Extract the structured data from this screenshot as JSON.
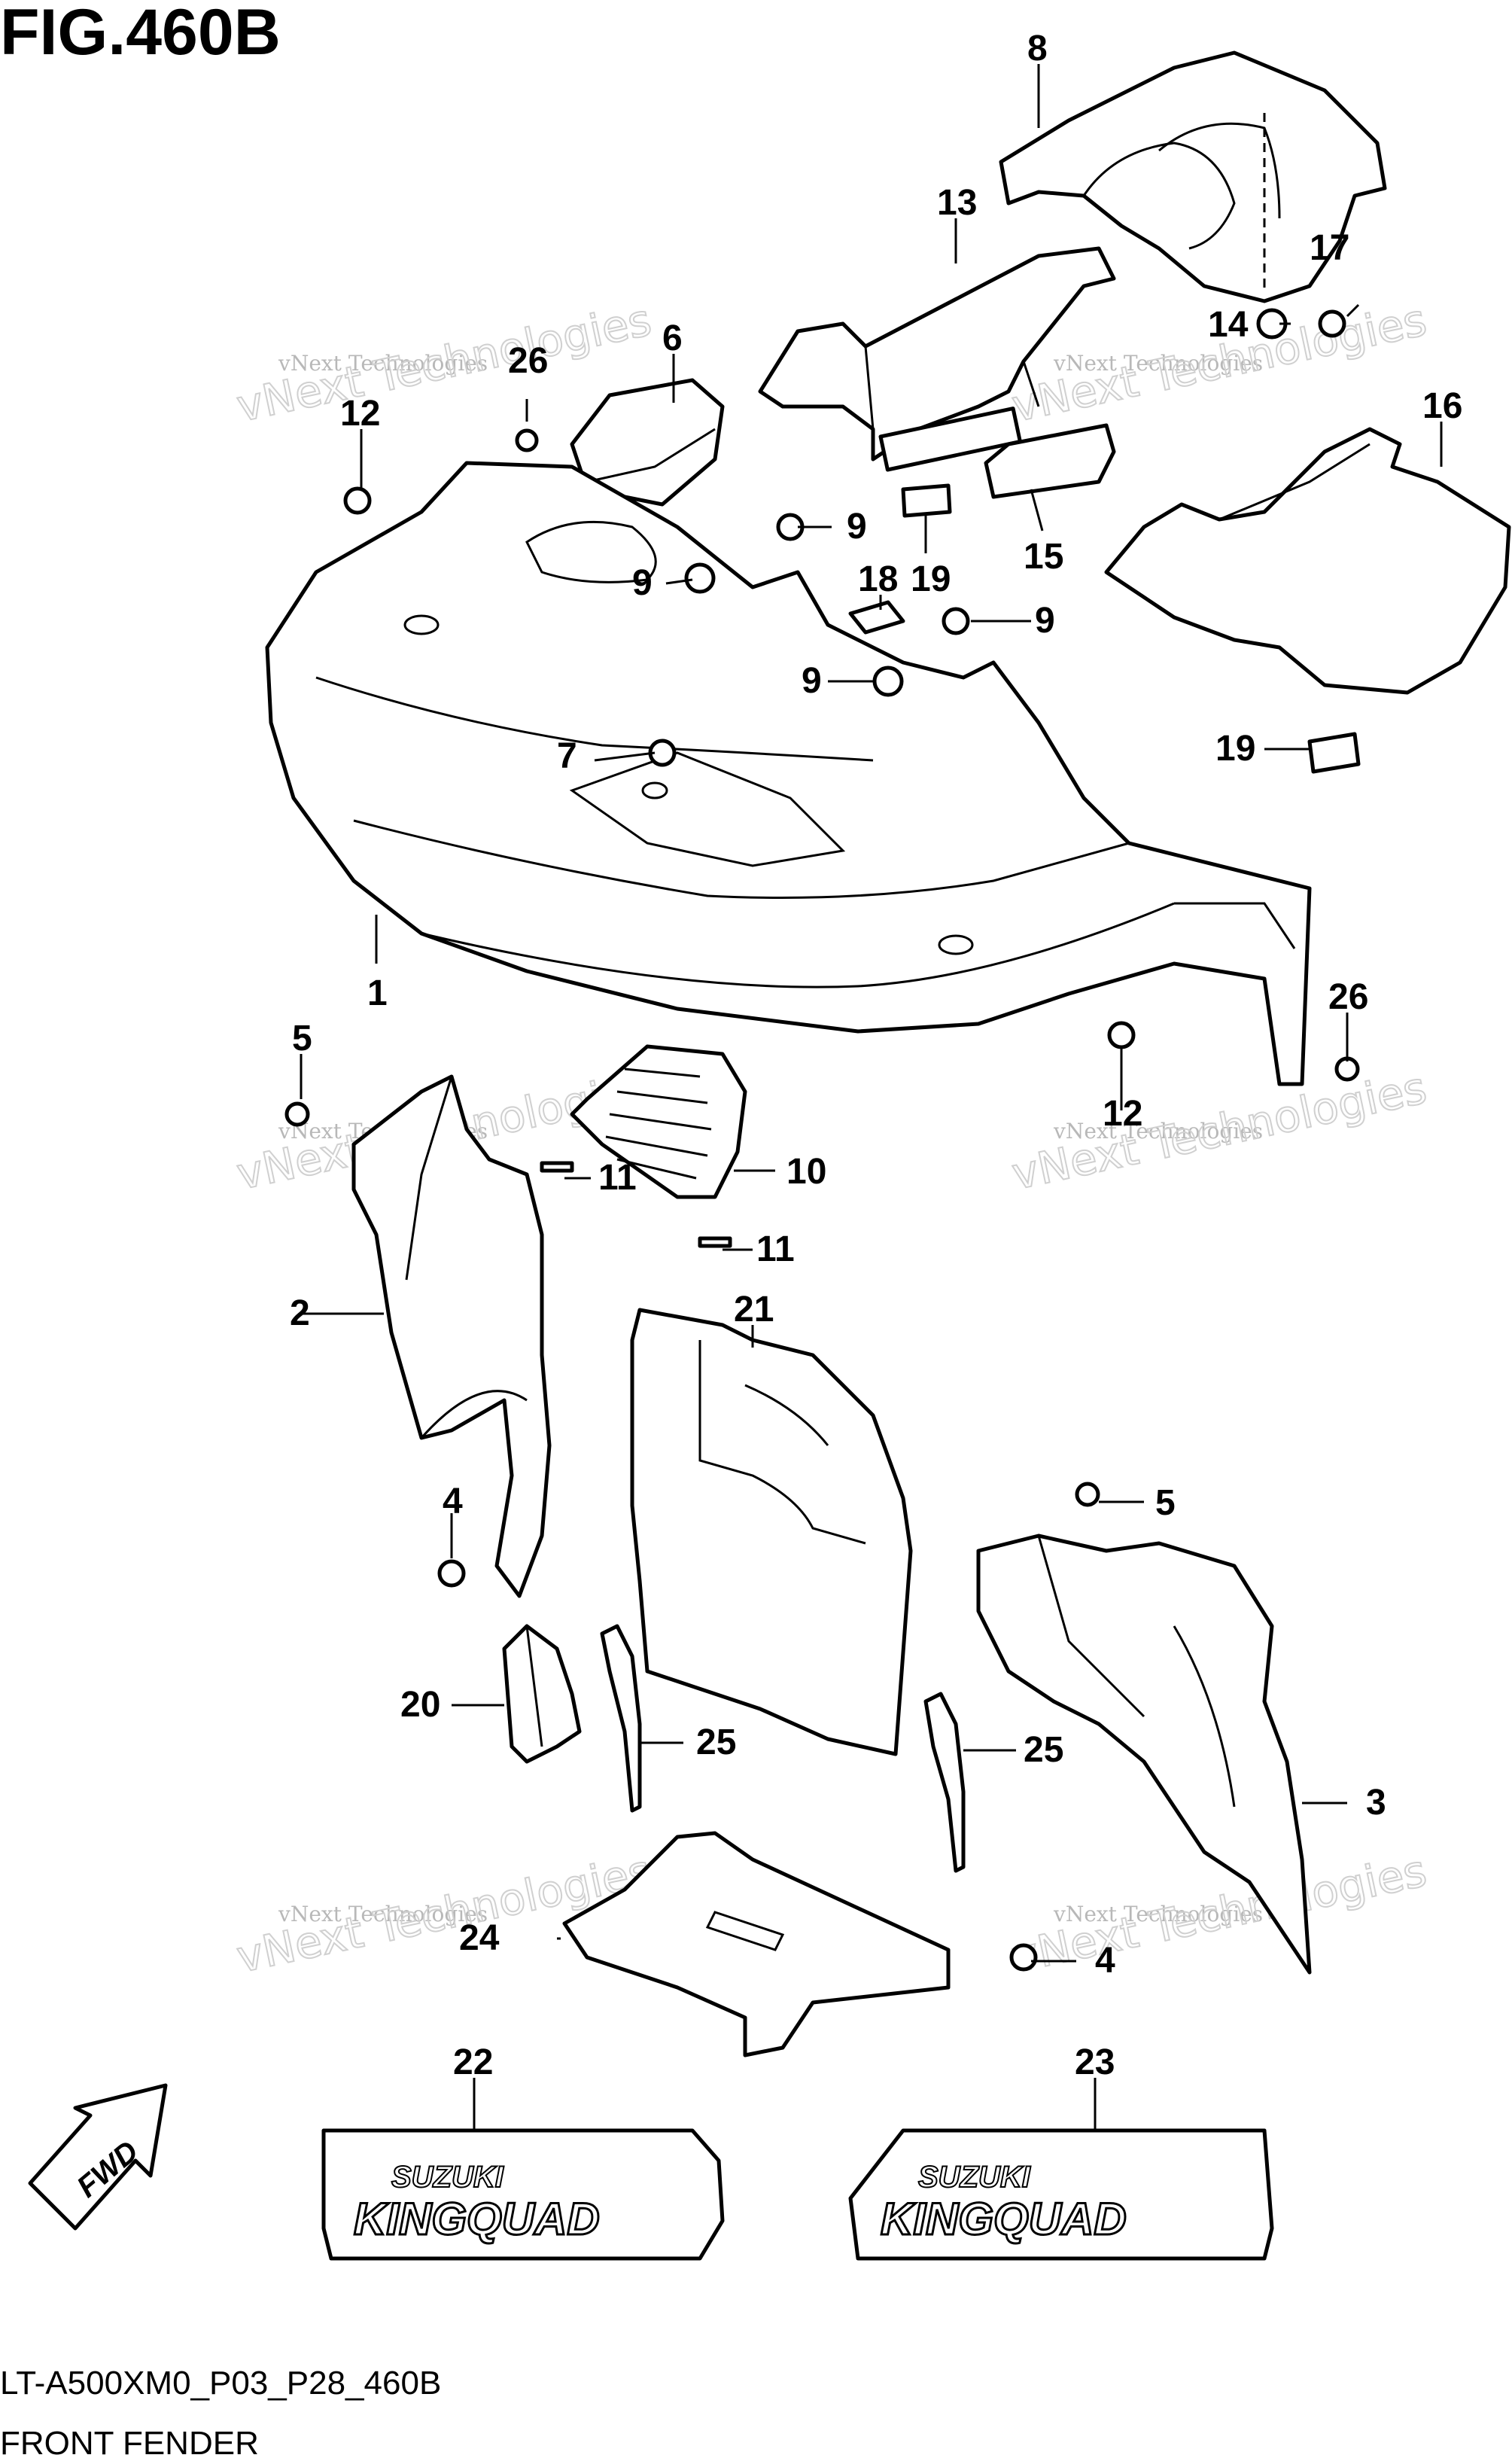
{
  "figure": {
    "title": "FIG.460B",
    "code": "LT-A500XM0_P03_P28_460B",
    "name": "FRONT FENDER",
    "fwd_label": "FWD"
  },
  "watermarks": [
    {
      "small": "vNext Technologies",
      "big": "vNext Technologies"
    },
    {
      "small": "vNext Technologies",
      "big": "vNext Technologies"
    },
    {
      "small": "vNext Technologies",
      "big": "vNext Technologies"
    },
    {
      "small": "vNext Technologies",
      "big": "vNext Technologies"
    },
    {
      "small": "vNext Technologies",
      "big": "vNext Technologies"
    },
    {
      "small": "vNext Technologies",
      "big": "vNext Technologies"
    }
  ],
  "emblem": {
    "brand": "SUZUKI",
    "model": "KINGQUAD"
  },
  "callouts": {
    "c1": "1",
    "c2": "2",
    "c3": "3",
    "c4a": "4",
    "c4b": "4",
    "c5a": "5",
    "c5b": "5",
    "c6": "6",
    "c7": "7",
    "c8": "8",
    "c9a": "9",
    "c9b": "9",
    "c9c": "9",
    "c9d": "9",
    "c10": "10",
    "c11a": "11",
    "c11b": "11",
    "c12a": "12",
    "c12b": "12",
    "c13": "13",
    "c14": "14",
    "c15": "15",
    "c16": "16",
    "c17": "17",
    "c18": "18",
    "c19a": "19",
    "c19b": "19",
    "c20": "20",
    "c21": "21",
    "c22": "22",
    "c23": "23",
    "c24": "24",
    "c25a": "25",
    "c25b": "25",
    "c26a": "26",
    "c26b": "26"
  }
}
